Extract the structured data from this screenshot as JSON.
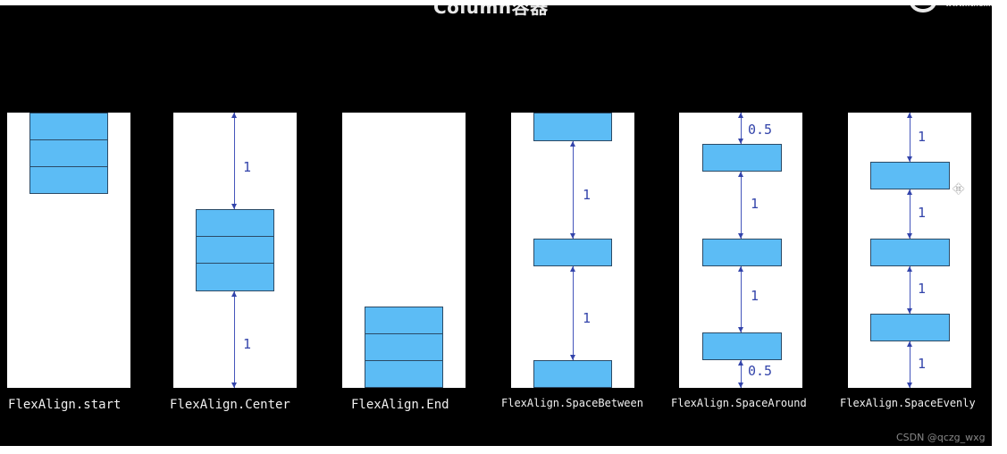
{
  "header": {
    "title": "Column容器"
  },
  "watermark": "CSDN @qczg_wxg",
  "panels": [
    {
      "caption": "FlexAlign.start",
      "gaps": []
    },
    {
      "caption": "FlexAlign.Center",
      "gaps": [
        "1",
        "1"
      ]
    },
    {
      "caption": "FlexAlign.End",
      "gaps": []
    },
    {
      "caption": "FlexAlign.SpaceBetween",
      "gaps": [
        "1",
        "1"
      ]
    },
    {
      "caption": "FlexAlign.SpaceAround",
      "gaps": [
        "0.5",
        "1",
        "1",
        "0.5"
      ]
    },
    {
      "caption": "FlexAlign.SpaceEvenly",
      "gaps": [
        "1",
        "1",
        "1",
        "1"
      ]
    }
  ]
}
